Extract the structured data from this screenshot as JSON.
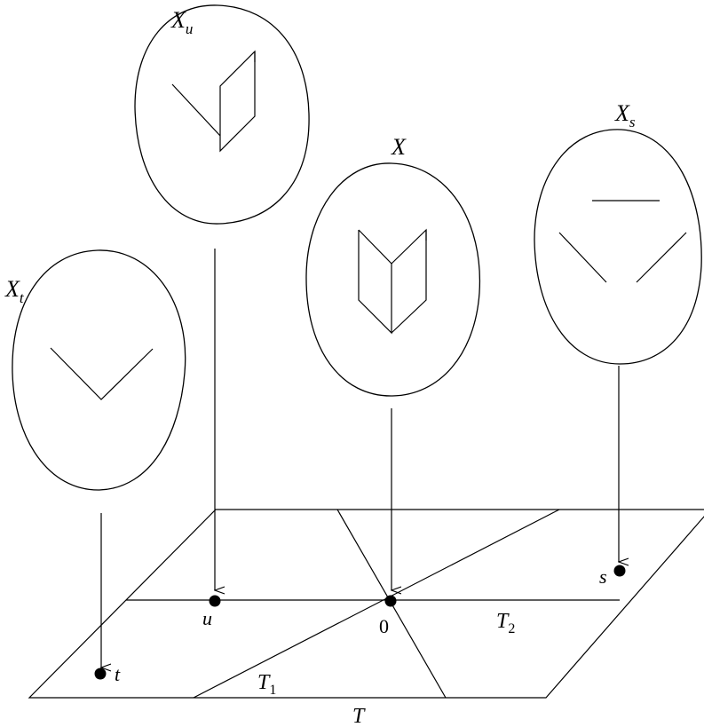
{
  "labels": {
    "fiber_u": "X",
    "fiber_u_sub": "u",
    "fiber_t": "X",
    "fiber_t_sub": "t",
    "fiber_0": "X",
    "fiber_s": "X",
    "fiber_s_sub": "s",
    "point_t": "t",
    "point_u": "u",
    "point_0": "0",
    "point_s": "s",
    "region_T1": "T",
    "region_T1_sub": "1",
    "region_T2": "T",
    "region_T2_sub": "2",
    "base_T": "T"
  }
}
